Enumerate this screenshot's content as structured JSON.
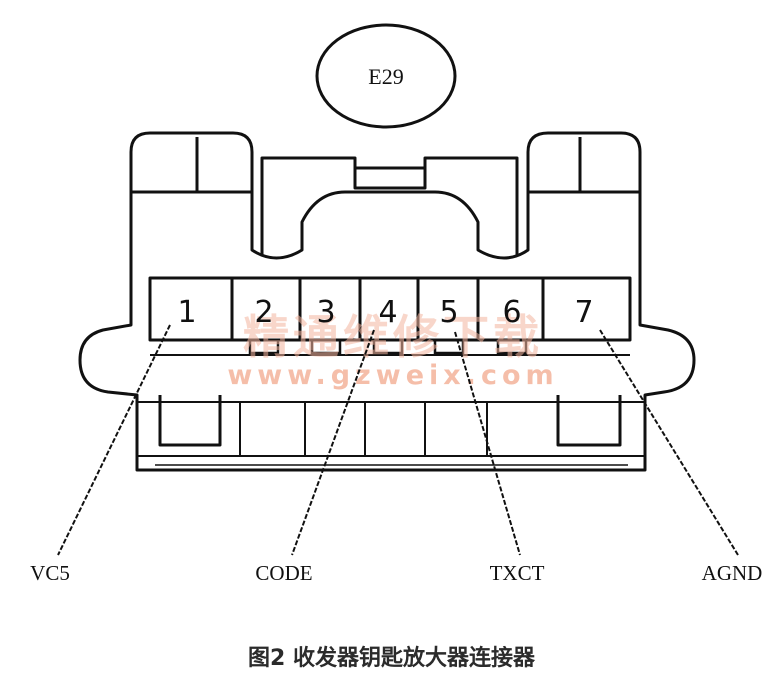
{
  "connector": {
    "id": "E29"
  },
  "pins": [
    {
      "number": "1"
    },
    {
      "number": "2"
    },
    {
      "number": "3"
    },
    {
      "number": "4"
    },
    {
      "number": "5"
    },
    {
      "number": "6"
    },
    {
      "number": "7"
    }
  ],
  "signals": [
    {
      "name": "VC5",
      "pin": "1"
    },
    {
      "name": "CODE",
      "pin": "4"
    },
    {
      "name": "TXCT",
      "pin": "5"
    },
    {
      "name": "AGND",
      "pin": "7"
    }
  ],
  "watermark": {
    "text": "精通维修下载",
    "url": "www.gzweix.com"
  },
  "caption": "图2 收发器钥匙放大器连接器"
}
